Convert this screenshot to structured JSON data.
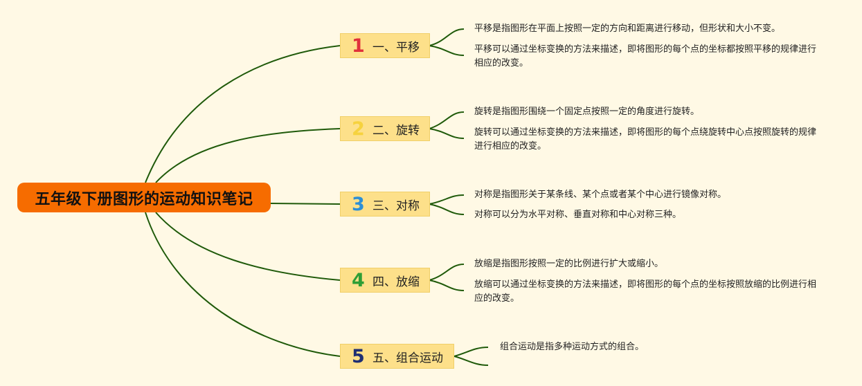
{
  "title": "五年级下册图形的运动知识笔记",
  "branches": [
    {
      "number": "1",
      "number_color": "#e0313b",
      "label": "一、平移",
      "notes": [
        "平移是指图形在平面上按照一定的方向和距离进行移动，但形状和大小不变。",
        "平移可以通过坐标变换的方法来描述，即将图形的每个点的坐标都按照平移的规律进行相应的改变。"
      ]
    },
    {
      "number": "2",
      "number_color": "#f6d23e",
      "label": "二、旋转",
      "notes": [
        "旋转是指图形围绕一个固定点按照一定的角度进行旋转。",
        "旋转可以通过坐标变换的方法来描述，即将图形的每个点绕旋转中心点按照旋转的规律进行相应的改变。"
      ]
    },
    {
      "number": "3",
      "number_color": "#2d8fd6",
      "label": "三、对称",
      "notes": [
        "对称是指图形关于某条线、某个点或者某个中心进行镜像对称。",
        "对称可以分为水平对称、垂直对称和中心对称三种。"
      ]
    },
    {
      "number": "4",
      "number_color": "#2e9e35",
      "label": "四、放缩",
      "notes": [
        "放缩是指图形按照一定的比例进行扩大或缩小。",
        "放缩可以通过坐标变换的方法来描述，即将图形的每个点的坐标按照放缩的比例进行相应的改变。"
      ]
    },
    {
      "number": "5",
      "number_color": "#1f2f73",
      "label": "五、组合运动",
      "notes": [
        "组合运动是指多种运动方式的组合。"
      ]
    }
  ],
  "colors": {
    "background": "#fff9e5",
    "central": "#f66c00",
    "branch_fill": "#fde08a",
    "connector": "#1f5a0a"
  }
}
